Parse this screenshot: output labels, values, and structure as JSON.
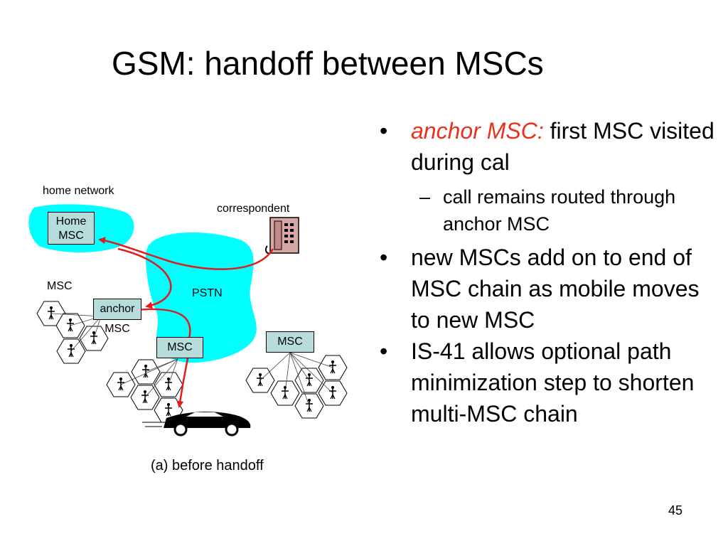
{
  "title": "GSM: handoff between MSCs",
  "bullets": {
    "b1_em": "anchor MSC:",
    "b1_rest": " first MSC visited during cal",
    "b1_sub": "call remains routed through anchor MSC",
    "b2": "new MSCs add on to end of MSC chain as mobile moves to new MSC",
    "b3": "IS-41 allows optional path minimization step to shorten multi-MSC chain",
    "dot": "•",
    "dash": "–"
  },
  "diagram": {
    "home_network": "home network",
    "home_msc_line1": "Home",
    "home_msc_line2": "MSC",
    "correspondent": "correspondent",
    "anchor_msc_label": "anchor MSC",
    "anchor_msc": "MSC",
    "pstn": "PSTN",
    "msc_middle": "MSC",
    "msc_right": "MSC",
    "caption": "(a) before handoff"
  },
  "page_number": "45",
  "colors": {
    "network_fill": "#00ffff",
    "path": "#e21b1b",
    "msc_fill": "#b7dcdc",
    "accent_text": "#e8321e"
  }
}
